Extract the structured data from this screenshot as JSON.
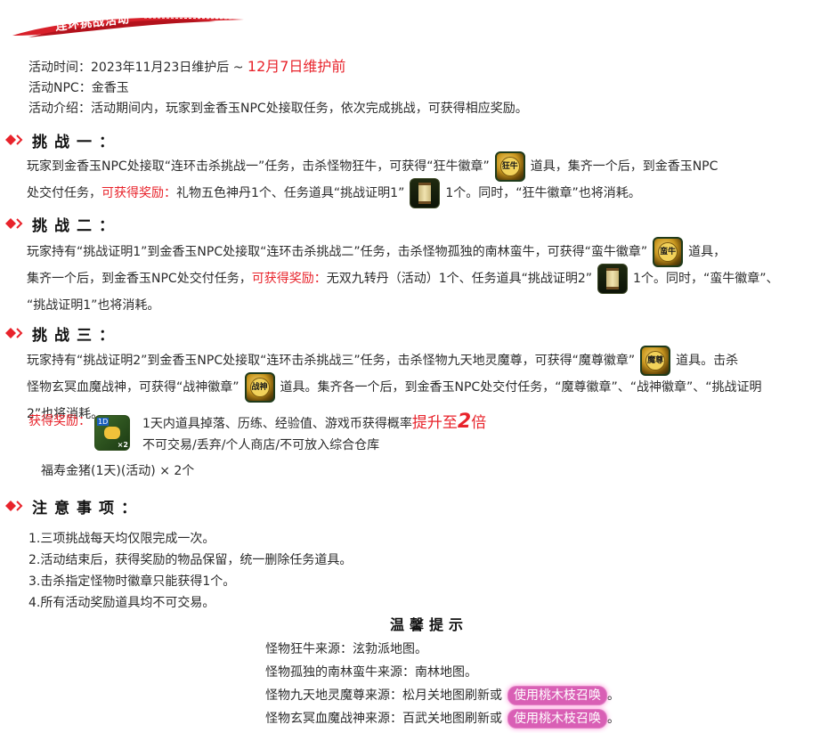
{
  "banner": {
    "title": "连环挑战活动"
  },
  "info": {
    "time_prefix": "活动时间：2023年11月23日维护后 ~ ",
    "time_end": "12月7日维护前",
    "npc": "活动NPC：金香玉",
    "intro": "活动介绍：活动期间内，玩家到金香玉NPC处接取任务，依次完成挑战，可获得相应奖励。"
  },
  "challenge1": {
    "title": "挑战一：",
    "l1a": "玩家到金香玉NPC处接取“连环击杀挑战一”任务，击杀怪物狂牛，可获得“狂牛徽章”",
    "icon_medal_text": "狂牛",
    "l1b": "道具，集齐一个后，到金香玉NPC",
    "l2a": "处交付任务，",
    "l2_reward": "可获得奖励：",
    "l2b": "礼物五色神丹1个、任务道具“挑战证明1”",
    "l2c": "1个。同时，“狂牛徽章”也将消耗。"
  },
  "challenge2": {
    "title": "挑战二：",
    "l1a": "玩家持有“挑战证明1”到金香玉NPC处接取“连环击杀挑战二”任务，击杀怪物孤独的南林蛮牛，可获得“蛮牛徽章”",
    "icon_medal_text": "蛮牛",
    "l1b": "道具，",
    "l2a": "集齐一个后，到金香玉NPC处交付任务，",
    "l2_reward": "可获得奖励：",
    "l2b": "无双九转丹（活动）1个、任务道具“挑战证明2”",
    "l2c": "1个。同时，“蛮牛徽章”、",
    "l3": "“挑战证明1”也将消耗。"
  },
  "challenge3": {
    "title": "挑战三：",
    "l1a": "玩家持有“挑战证明2”到金香玉NPC处接取“连环击杀挑战三”任务，击杀怪物九天地灵魔尊，可获得“魔尊徽章”",
    "icon_medal_text": "魔尊",
    "l1b": "道具。击杀",
    "l2a": "怪物玄冥血魔战神，可获得“战神徽章”",
    "icon_medal2_text": "战神",
    "l2b": "道具。集齐各一个后，到金香玉NPC处交付任务，“魔尊徽章”、“战神徽章”、“挑战证明",
    "l3": "2”也将消耗。",
    "reward_label": "获得奖励：",
    "reward_desc_a": "1天内道具掉落、历练、经验值、游戏币获得概率",
    "reward_desc_b": "提升至",
    "reward_desc_c": "2",
    "reward_desc_d": "倍",
    "reward_note": "不可交易/丢弃/个人商店/不可放入综合仓库",
    "reward_item": "福寿金猪(1天)(活动) × 2个",
    "icon_tag": "×2",
    "icon_tl": "1D"
  },
  "notes": {
    "title": "注意事项：",
    "items": [
      "1.三项挑战每天均仅限完成一次。",
      "2.活动结束后，获得奖励的物品保留，统一删除任务道具。",
      "3.击杀指定怪物时徽章只能获得1个。",
      "4.所有活动奖励道具均不可交易。"
    ]
  },
  "tips": {
    "title": "温馨提示",
    "rows": [
      {
        "text": "怪物狂牛来源：泫勃派地图。"
      },
      {
        "text": "怪物孤独的南林蛮牛来源：南林地图。"
      },
      {
        "text": "怪物九天地灵魔尊来源：松月关地图刷新或",
        "pill": "使用桃木枝召唤",
        "end": "。"
      },
      {
        "text": "怪物玄冥血魔战神来源：百武关地图刷新或",
        "pill": "使用桃木枝召唤",
        "end": "。"
      }
    ]
  },
  "colors": {
    "accent": "#e8232b",
    "banner": "#d8202a",
    "pill": "#d95fb5"
  }
}
